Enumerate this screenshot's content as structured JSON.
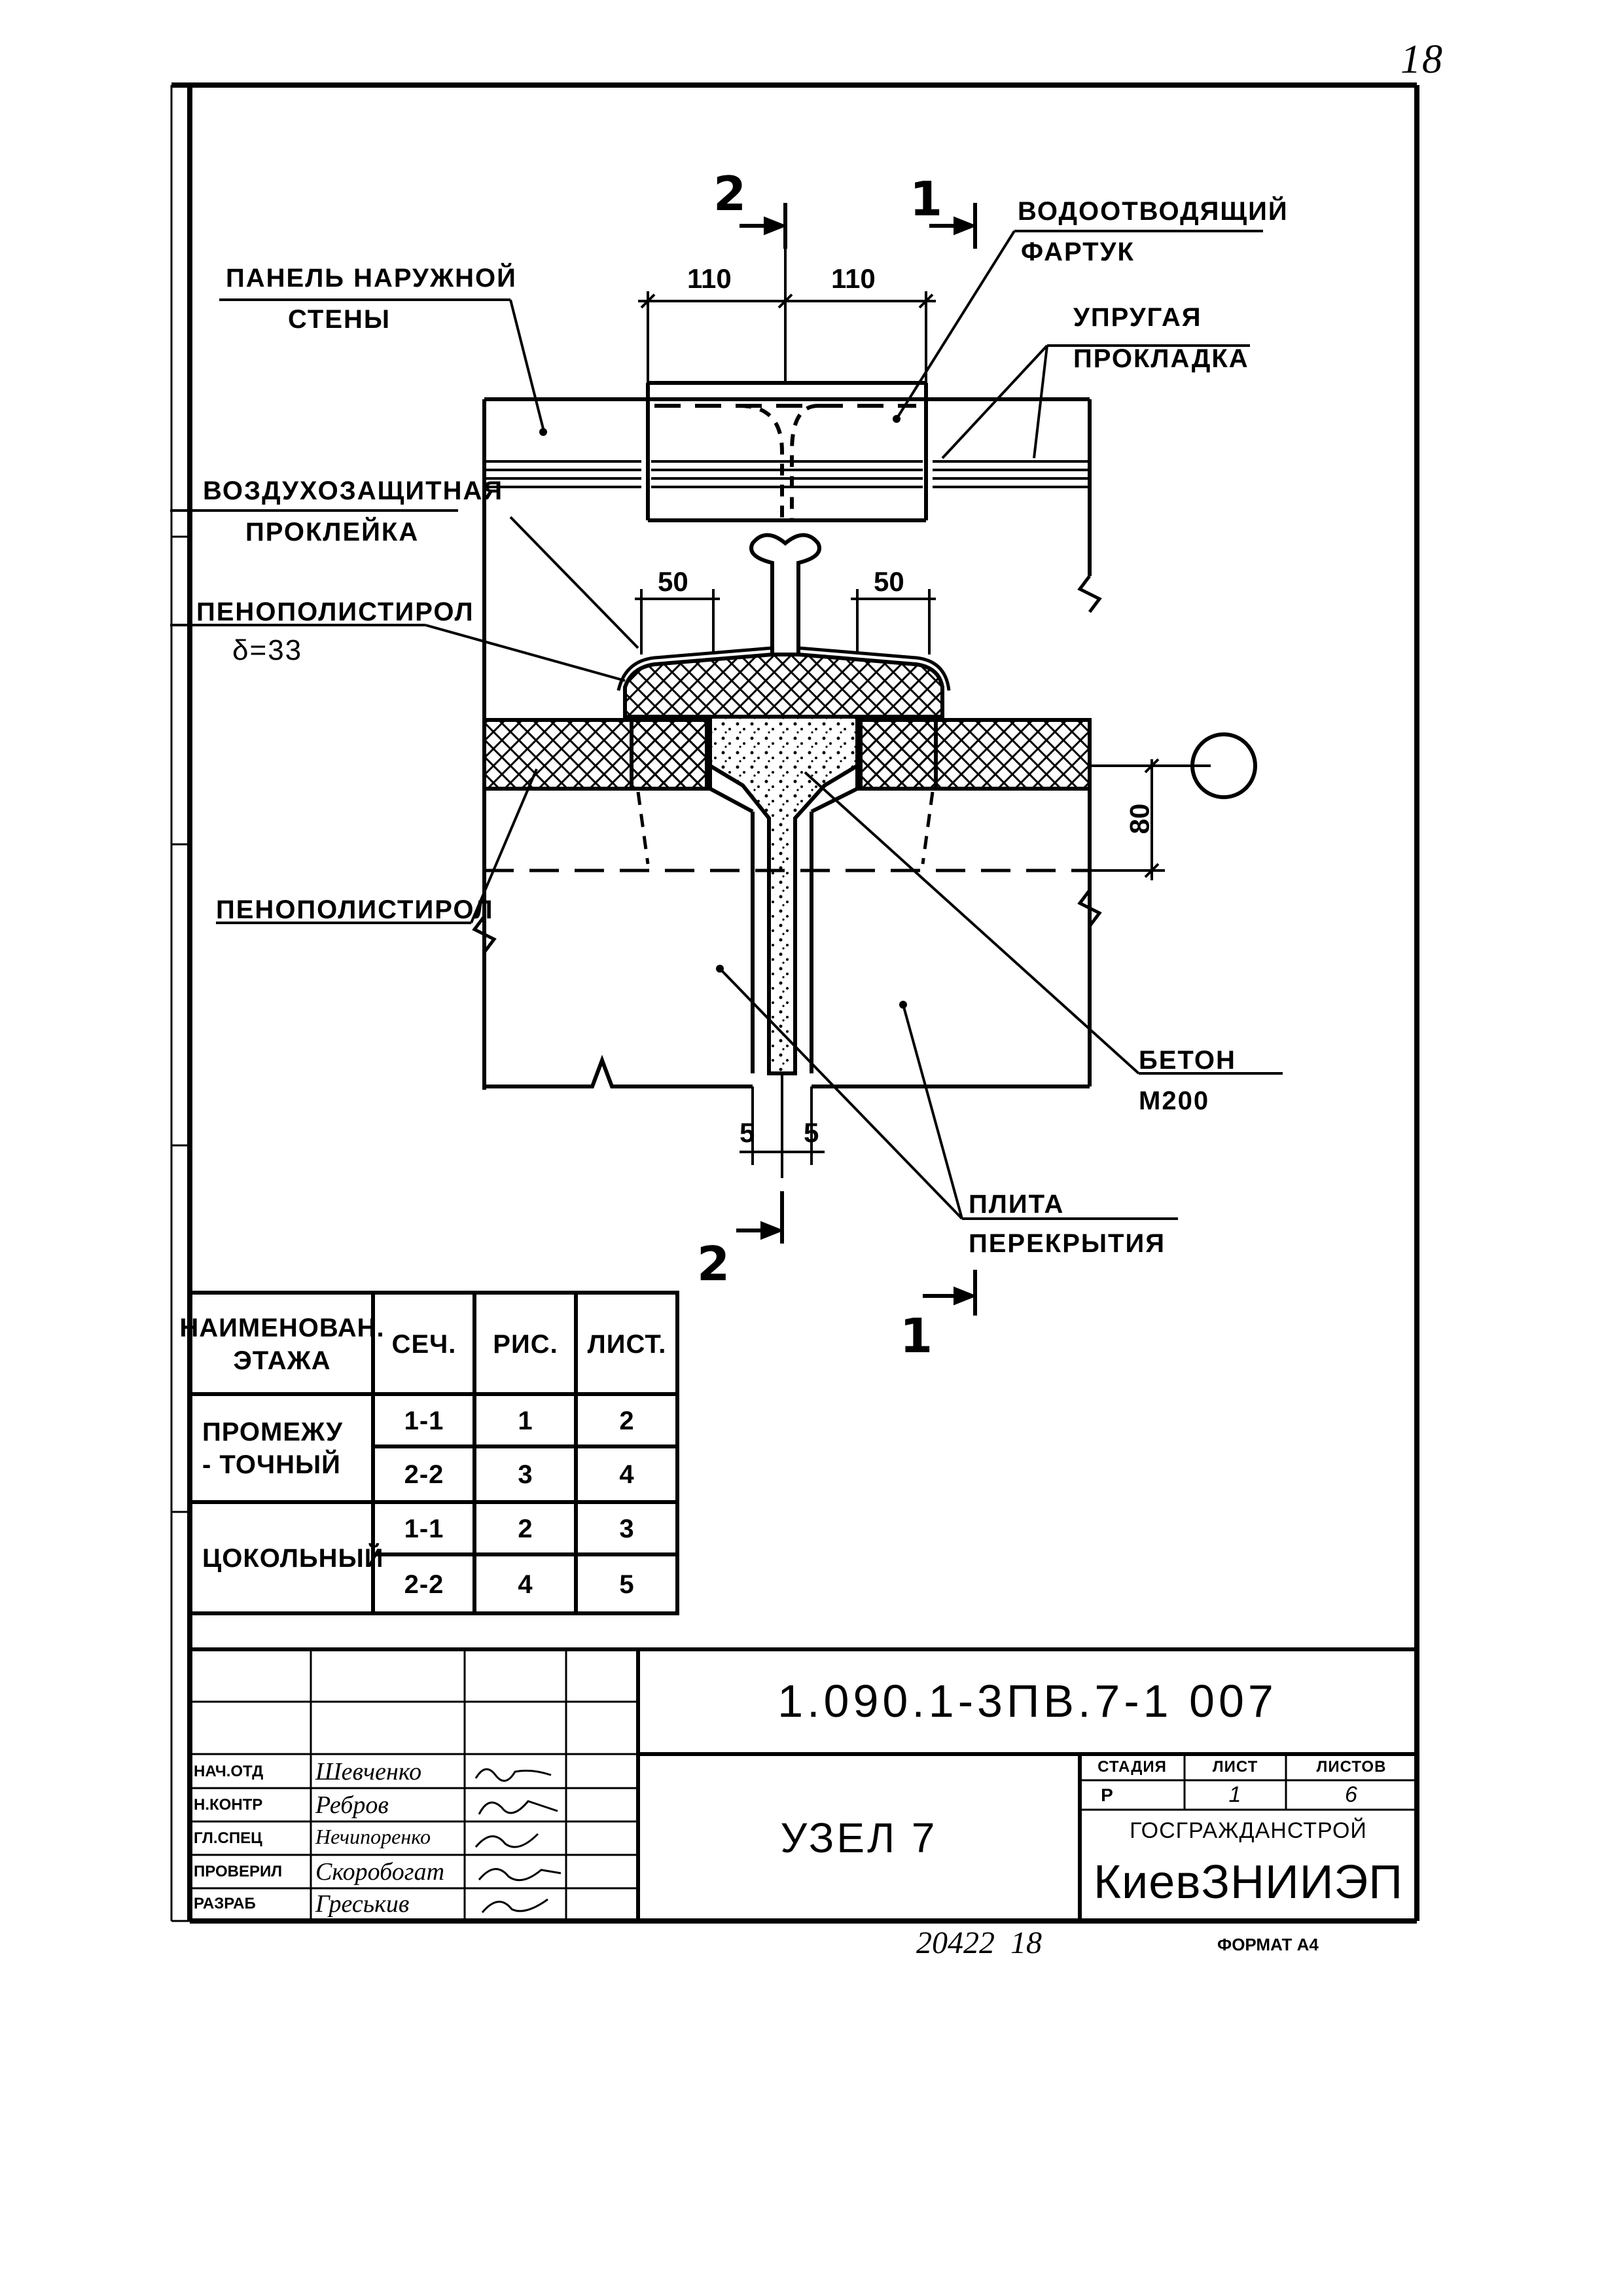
{
  "page_number": "18",
  "section_marks": {
    "top_2": "2",
    "top_1": "1",
    "bottom_2": "2",
    "bottom_1": "1"
  },
  "labels": {
    "drainage_line1": "ВОДООТВОДЯЩИЙ",
    "drainage_line2": "ФАРТУК",
    "outer_panel_line1": "ПАНЕЛЬ НАРУЖНОЙ",
    "outer_panel_line2": "СТЕНЫ",
    "elastic_line1": "УПРУГАЯ",
    "elastic_line2": "ПРОКЛАДКА",
    "airproof_line1": "ВОЗДУХОЗАЩИТНАЯ",
    "airproof_line2": "ПРОКЛЕЙКА",
    "foam_delta_line1": "ПЕНОПОЛИСТИРОЛ",
    "foam_delta_line2": "δ=33",
    "foam": "ПЕНОПОЛИСТИРОЛ",
    "concrete_line1": "БЕТОН",
    "concrete_line2": "М200",
    "slab_line1": "ПЛИТА",
    "slab_line2": "ПЕРЕКРЫТИЯ"
  },
  "dimensions": {
    "left_110": "110",
    "right_110": "110",
    "left_50": "50",
    "right_50": "50",
    "height_80": "80",
    "gap_left_5": "5",
    "gap_right_5": "5"
  },
  "table": {
    "headers": [
      "НАИМЕНОВАН. ЭТАЖА",
      "СЕЧ.",
      "РИС.",
      "ЛИСТ."
    ],
    "groups": [
      {
        "name": "ПРОМЕЖУ - ТОЧНЫЙ",
        "rows": [
          [
            "1-1",
            "1",
            "2"
          ],
          [
            "2-2",
            "3",
            "4"
          ]
        ]
      },
      {
        "name": "ЦОКОЛЬНЫЙ",
        "rows": [
          [
            "1-1",
            "2",
            "3"
          ],
          [
            "2-2",
            "4",
            "5"
          ]
        ]
      }
    ]
  },
  "title_block": {
    "doc_code": "1.090.1-3ПВ.7-1 007",
    "drawing_title": "УЗЕЛ 7",
    "stage_header": "СТАДИЯ",
    "sheet_header": "ЛИСТ",
    "sheets_header": "ЛИСТОВ",
    "stage": "Р",
    "sheet": "1",
    "sheets": "6",
    "org_line1": "ГОСГРАЖДАНСТРОЙ",
    "org_line2": "КиевЗНИИЭП",
    "staff": [
      {
        "role": "НАЧ.ОТД",
        "name": "Шевченко"
      },
      {
        "role": "Н.КОНТР",
        "name": "Ребров"
      },
      {
        "role": "ГЛ.СПЕЦ",
        "name": "Нечипоренко"
      },
      {
        "role": "ПРОВЕРИЛ",
        "name": "Скоробогат"
      },
      {
        "role": "РАЗРАБ",
        "name": "Греськив"
      }
    ]
  },
  "footer": {
    "inventory": "20422  18",
    "format": "ФОРМАТ А4"
  }
}
